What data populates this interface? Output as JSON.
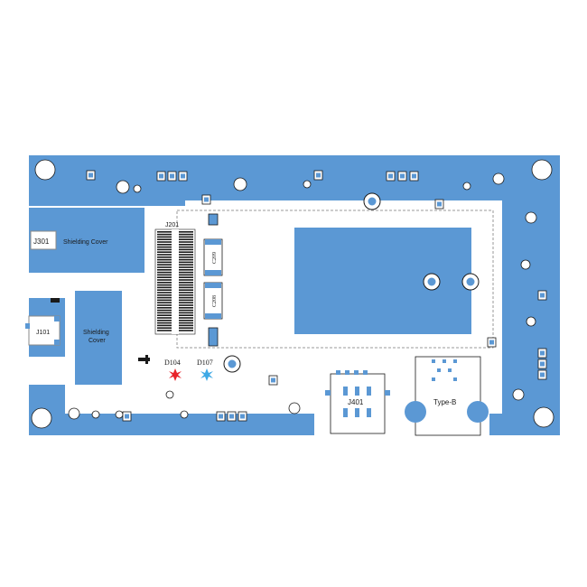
{
  "colors": {
    "board": "#5b98d4",
    "keepout": "#ffffff",
    "outline": "#8a8a8a",
    "hole_ring": "#1a1a1a",
    "led_red": "#e8232a",
    "led_blue": "#3ea9e6"
  },
  "labels": {
    "j301": "J301",
    "shielding_cover_top": "Shielding Cover",
    "shielding_cover_left": [
      "Shielding",
      "Cover"
    ],
    "j101": "J101",
    "j201": "J201",
    "cap_top": "C209",
    "cap_bottom": "C208",
    "d104": "D104",
    "d107": "D107",
    "j401": "J401",
    "type_b": "Type-B"
  }
}
